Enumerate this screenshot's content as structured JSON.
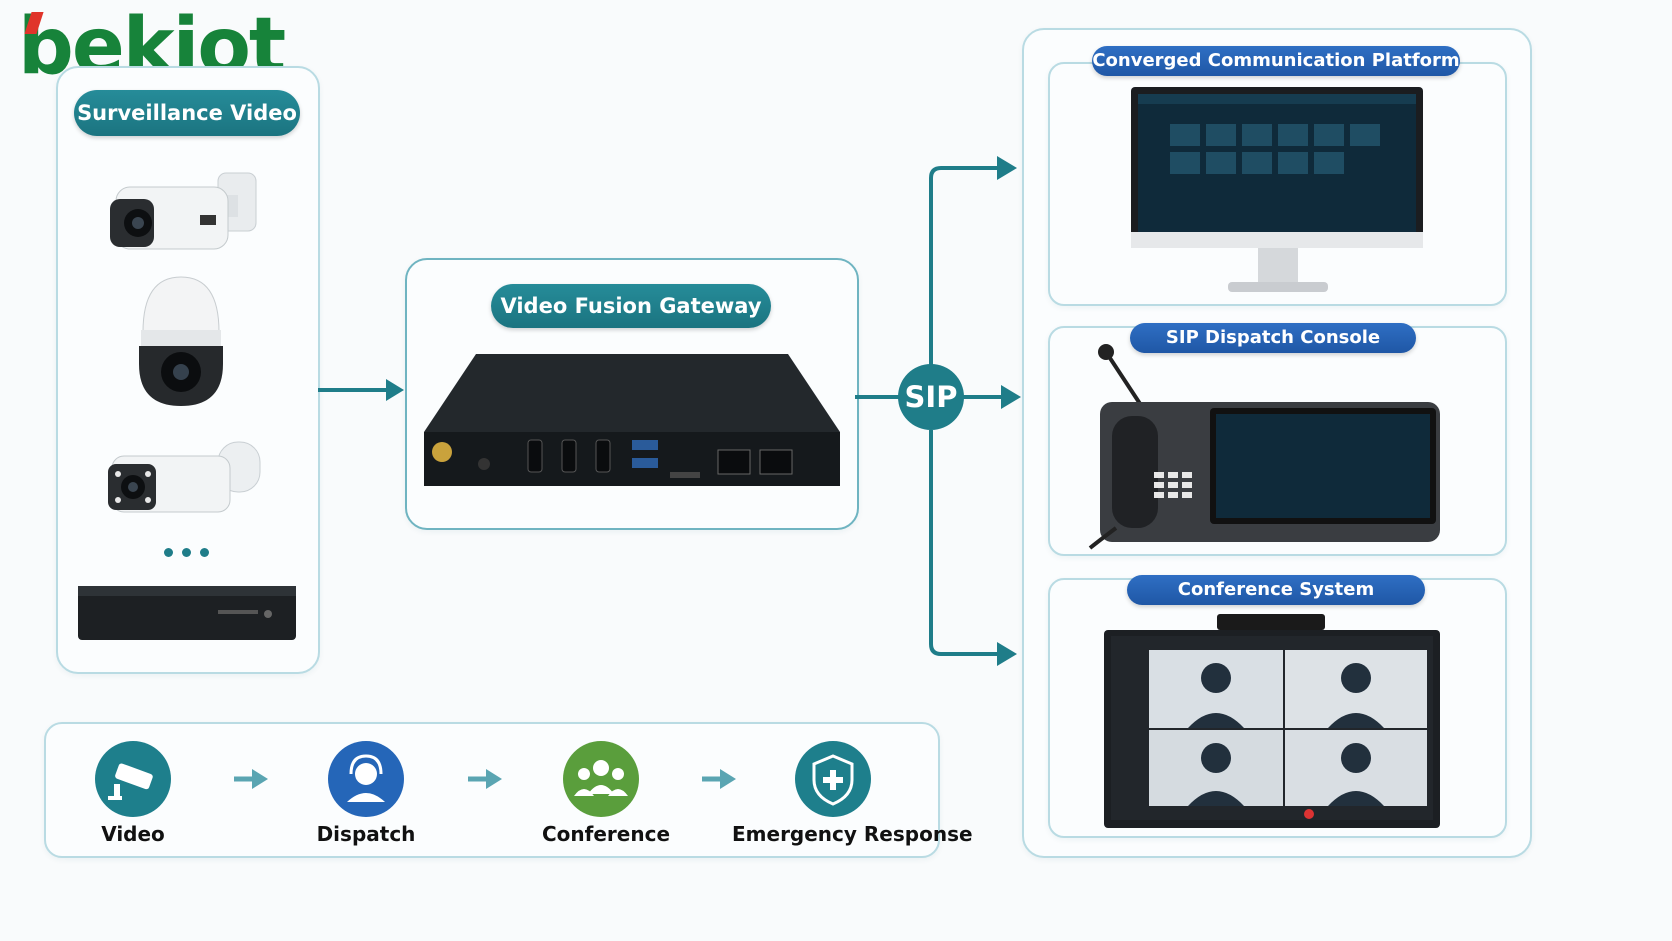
{
  "logo": {
    "text": "bekiot",
    "color": "#17833a",
    "accent": "#e0342a"
  },
  "left_panel": {
    "title": "Surveillance Video",
    "items": [
      "bullet-camera",
      "ptz-dome-camera",
      "bullet-camera-ir",
      "more-dots",
      "nvr-recorder"
    ]
  },
  "gateway": {
    "title": "Video Fusion Gateway"
  },
  "protocol": {
    "label": "SIP"
  },
  "right_panels": {
    "converged": {
      "title": "Converged Communication Platform"
    },
    "dispatch": {
      "title": "SIP Dispatch Console"
    },
    "conference": {
      "title": "Conference System"
    }
  },
  "workflow": {
    "steps": [
      {
        "label": "Video",
        "icon": "cctv-camera-icon",
        "color": "#1e7f8c"
      },
      {
        "label": "Dispatch",
        "icon": "operator-headset-icon",
        "color": "#2566b8"
      },
      {
        "label": "Conference",
        "icon": "group-people-icon",
        "color": "#5a9e3c"
      },
      {
        "label": "Emergency Response",
        "icon": "shield-plus-icon",
        "color": "#1e7f8c"
      }
    ]
  },
  "colors": {
    "teal": "#1f7d89",
    "blue": "#2563b4",
    "panel_border": "#b9dbe3"
  }
}
